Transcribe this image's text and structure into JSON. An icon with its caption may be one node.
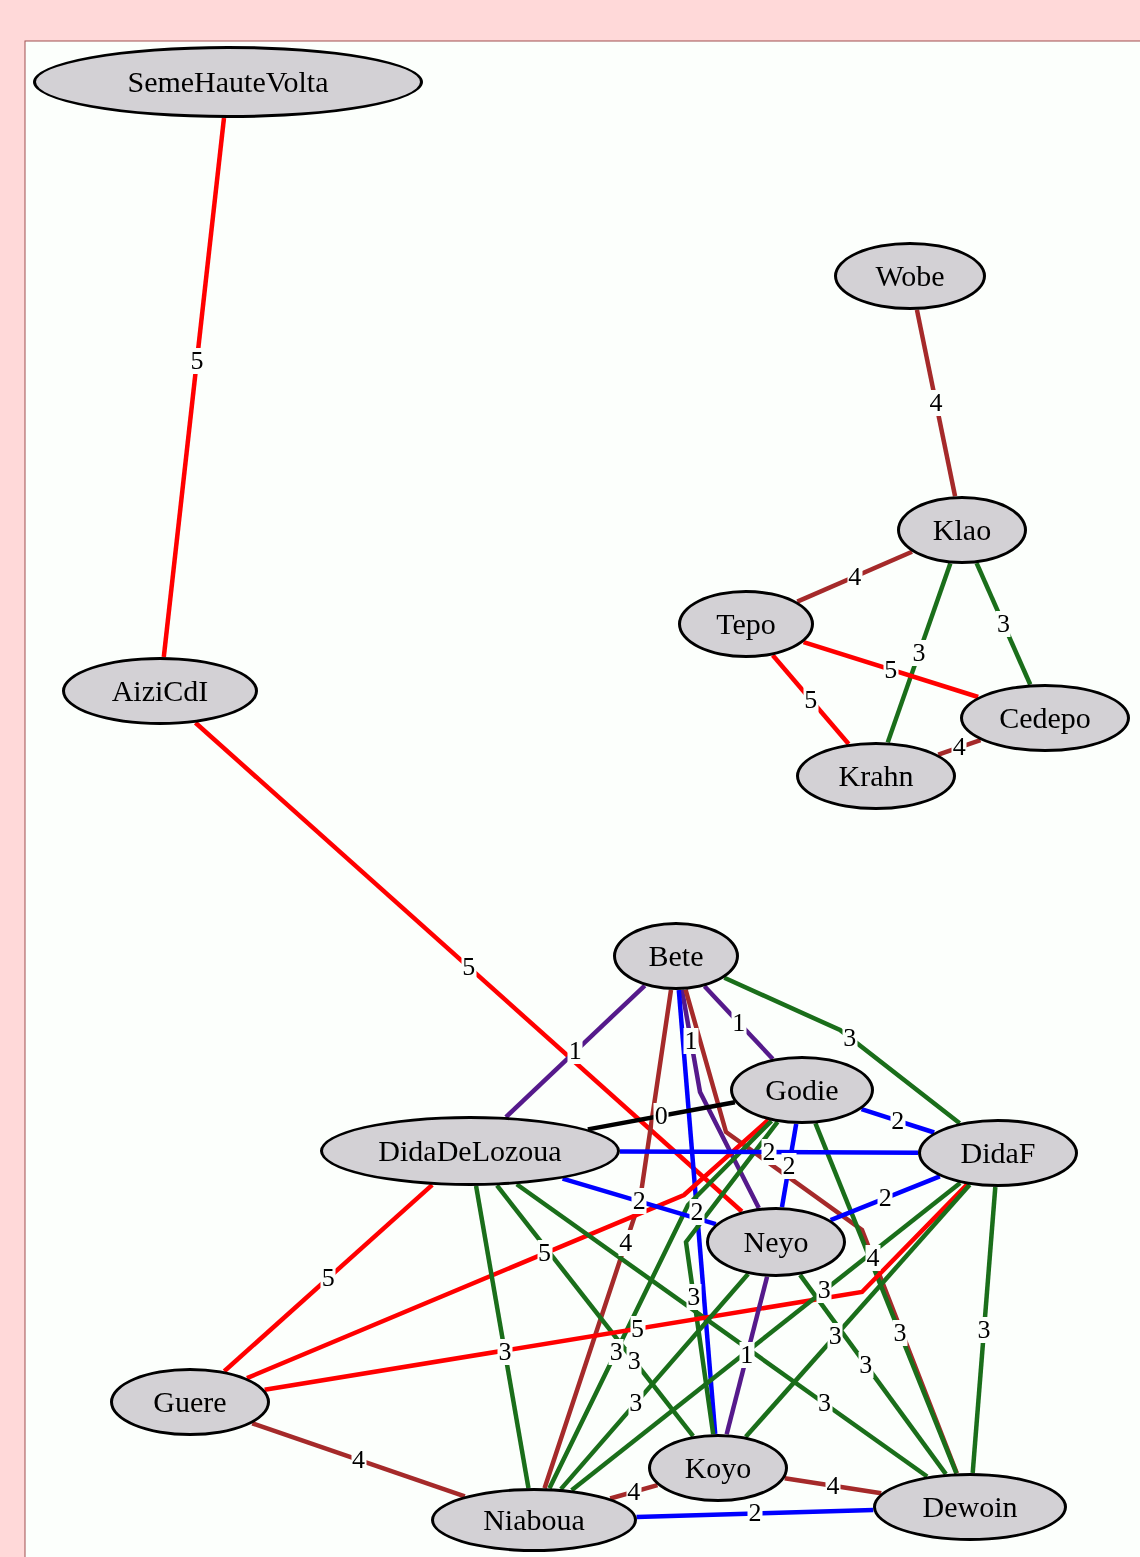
{
  "diagram": {
    "nodes": [
      {
        "text": [
          "SemeHauteVolta"
        ]
      },
      {
        "text": [
          "Wobe"
        ]
      },
      {
        "text": [
          "Klao"
        ]
      },
      {
        "text": [
          "Tepo"
        ]
      },
      {
        "text": [
          "Cedepo"
        ]
      },
      {
        "text": [
          "Krahn"
        ]
      },
      {
        "text": [
          "AiziCdI"
        ]
      },
      {
        "text": [
          "Bete"
        ]
      },
      {
        "text": [
          "Godie"
        ]
      },
      {
        "text": [
          "DidaDeLozoua"
        ]
      },
      {
        "text": [
          "DidaF"
        ]
      },
      {
        "text": [
          "Neyo"
        ]
      },
      {
        "text": [
          "Guere"
        ]
      },
      {
        "text": [
          "Koyo"
        ]
      },
      {
        "text": [
          "Niaboua"
        ]
      },
      {
        "text": [
          "Dewoin"
        ]
      }
    ],
    "edges": [
      {
        "from": 0,
        "to": 6,
        "arrow": "none",
        "label": "5",
        "color": "#ff0000"
      },
      {
        "from": 1,
        "to": 2,
        "arrow": "none",
        "label": "4",
        "color": "#a52a2a"
      },
      {
        "from": 2,
        "to": 3,
        "arrow": "none",
        "label": "4",
        "color": "#a52a2a"
      },
      {
        "from": 2,
        "to": 5,
        "arrow": "none",
        "label": "3",
        "color": "#1a6e1a"
      },
      {
        "from": 2,
        "to": 4,
        "arrow": "none",
        "label": "3",
        "color": "#1a6e1a"
      },
      {
        "from": 3,
        "to": 4,
        "arrow": "none",
        "label": "5",
        "color": "#ff0000"
      },
      {
        "from": 3,
        "to": 5,
        "arrow": "none",
        "label": "5",
        "color": "#ff0000"
      },
      {
        "from": 5,
        "to": 4,
        "arrow": "none",
        "label": "4",
        "color": "#a52a2a"
      },
      {
        "from": 6,
        "to": 11,
        "arrow": "none",
        "label": "5",
        "color": "#ff0000"
      },
      {
        "from": 7,
        "to": 9,
        "arrow": "none",
        "label": "1",
        "color": "#551a8b"
      },
      {
        "from": 7,
        "to": 8,
        "arrow": "none",
        "label": "1",
        "color": "#551a8b"
      },
      {
        "from": 7,
        "to": 11,
        "arrow": "none",
        "label": "1",
        "color": "#551a8b"
      },
      {
        "from": 7,
        "to": 14,
        "arrow": "none",
        "label": "4",
        "color": "#a52a2a"
      },
      {
        "from": 7,
        "to": 15,
        "arrow": "none",
        "label": "4",
        "color": "#a52a2a"
      },
      {
        "from": 7,
        "to": 13,
        "arrow": "none",
        "label": "2",
        "color": "#0000ff"
      },
      {
        "from": 7,
        "to": 10,
        "arrow": "none",
        "label": "3",
        "color": "#1a6e1a"
      },
      {
        "from": 8,
        "to": 9,
        "arrow": "none",
        "label": "0",
        "color": "#000000"
      },
      {
        "from": 8,
        "to": 12,
        "arrow": "none",
        "label": "5",
        "color": "#ff0000"
      },
      {
        "from": 8,
        "to": 10,
        "arrow": "none",
        "label": "2",
        "color": "#0000ff"
      },
      {
        "from": 8,
        "to": 11,
        "arrow": "none",
        "label": "2",
        "color": "#0000ff"
      },
      {
        "from": 8,
        "to": 14,
        "arrow": "none",
        "label": "3",
        "color": "#1a6e1a"
      },
      {
        "from": 8,
        "to": 13,
        "arrow": "none",
        "label": "3",
        "color": "#1a6e1a"
      },
      {
        "from": 8,
        "to": 15,
        "arrow": "none",
        "label": "3",
        "color": "#1a6e1a"
      },
      {
        "from": 9,
        "to": 10,
        "arrow": "none",
        "label": "2",
        "color": "#0000ff"
      },
      {
        "from": 9,
        "to": 11,
        "arrow": "none",
        "label": "2",
        "color": "#0000ff"
      },
      {
        "from": 9,
        "to": 12,
        "arrow": "none",
        "label": "5",
        "color": "#ff0000"
      },
      {
        "from": 9,
        "to": 14,
        "arrow": "none",
        "label": "3",
        "color": "#1a6e1a"
      },
      {
        "from": 9,
        "to": 13,
        "arrow": "none",
        "label": "3",
        "color": "#1a6e1a"
      },
      {
        "from": 9,
        "to": 15,
        "arrow": "none",
        "label": "3",
        "color": "#1a6e1a"
      },
      {
        "from": 10,
        "to": 11,
        "arrow": "none",
        "label": "2",
        "color": "#0000ff"
      },
      {
        "from": 10,
        "to": 12,
        "arrow": "none",
        "label": "5",
        "color": "#ff0000"
      },
      {
        "from": 10,
        "to": 14,
        "arrow": "none",
        "label": "3",
        "color": "#1a6e1a"
      },
      {
        "from": 10,
        "to": 13,
        "arrow": "none",
        "label": "3",
        "color": "#1a6e1a"
      },
      {
        "from": 10,
        "to": 15,
        "arrow": "none",
        "label": "3",
        "color": "#1a6e1a"
      },
      {
        "from": 11,
        "to": 13,
        "arrow": "none",
        "label": "1",
        "color": "#551a8b"
      },
      {
        "from": 11,
        "to": 14,
        "arrow": "none",
        "label": "3",
        "color": "#1a6e1a"
      },
      {
        "from": 11,
        "to": 15,
        "arrow": "none",
        "label": "3",
        "color": "#1a6e1a"
      },
      {
        "from": 12,
        "to": 14,
        "arrow": "none",
        "label": "4",
        "color": "#a52a2a"
      },
      {
        "from": 13,
        "to": 14,
        "arrow": "none",
        "label": "4",
        "color": "#a52a2a"
      },
      {
        "from": 13,
        "to": 15,
        "arrow": "none",
        "label": "4",
        "color": "#a52a2a"
      },
      {
        "from": 14,
        "to": 15,
        "arrow": "none",
        "label": "2",
        "color": "#0000ff"
      }
    ]
  }
}
